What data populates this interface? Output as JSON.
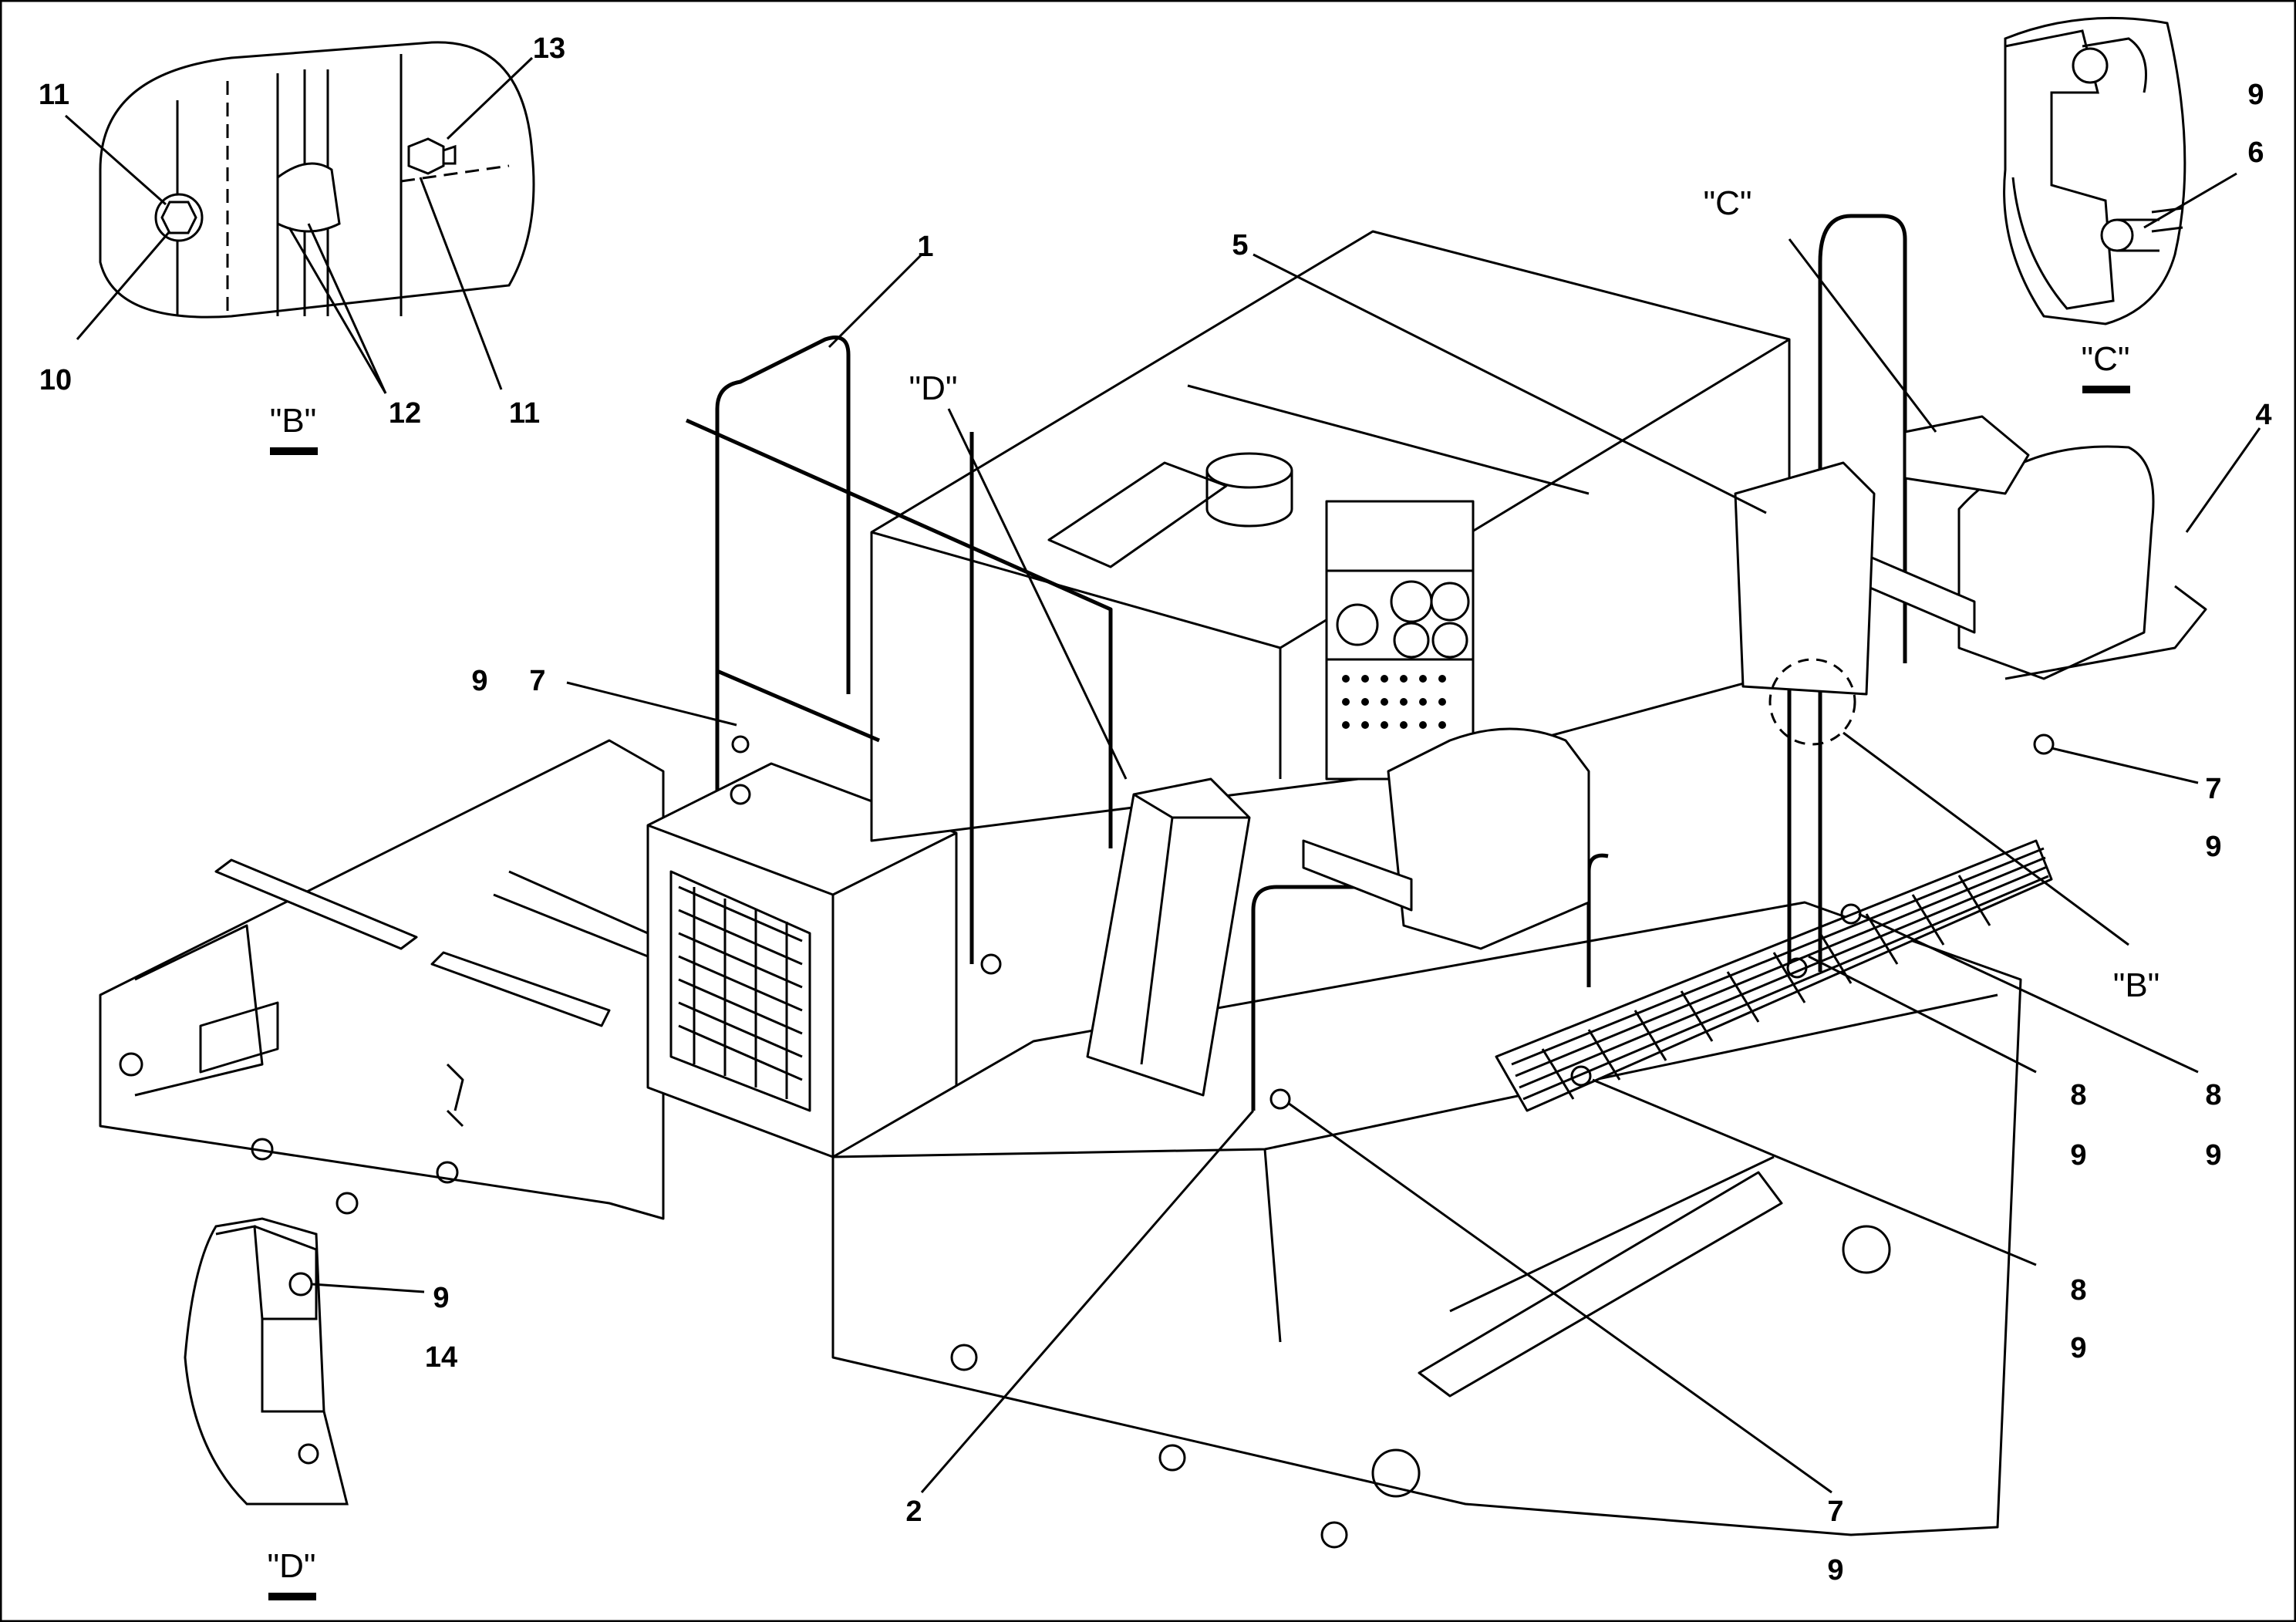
{
  "callouts": {
    "c1": "1",
    "c2": "2",
    "c4": "4",
    "c5": "5",
    "c6": "6",
    "c7_left": "7",
    "c9_left": "9",
    "c7_right": "7",
    "c9_right": "9",
    "c7_bottom": "7",
    "c9_bottom": "9",
    "c8_a": "8",
    "c9_a": "9",
    "c8_b": "8",
    "c9_b": "9",
    "c8_c": "8",
    "c9_c": "9",
    "c9_viewc": "9",
    "c9_viewd": "9",
    "c14": "14",
    "c10": "10",
    "c11_left": "11",
    "c11_right": "11",
    "c12": "12",
    "c13": "13"
  },
  "view_labels": {
    "b_detail": "\"B\"",
    "b_main": "\"B\"",
    "c_detail": "\"C\"",
    "c_main": "\"C\"",
    "d_detail": "\"D\"",
    "d_main": "\"D\""
  }
}
